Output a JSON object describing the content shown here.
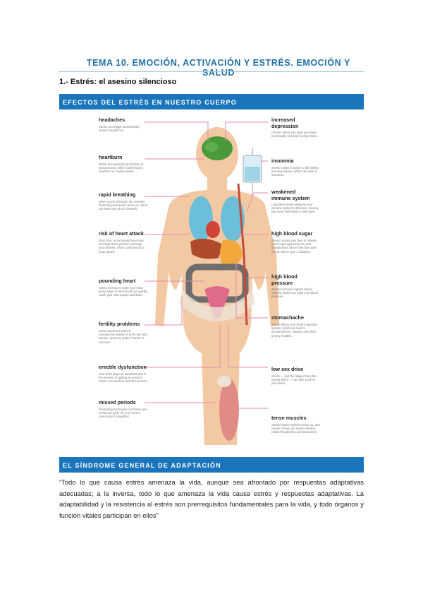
{
  "page": {
    "title": "TEMA 10. EMOCIÓN, ACTIVACIÓN Y ESTRÉS. EMOCIÓN Y SALUD",
    "section_heading": "1.- Estrés: el asesino silencioso"
  },
  "banner_effects": "EFECTOS DEL ESTRÉS EN NUESTRO CUERPO",
  "banner_syndrome": "EL SÍNDROME GENERAL DE ADAPTACIÓN",
  "figure": {
    "left_labels": [
      {
        "title": "headaches",
        "desc": "Stress can trigger and intensify tension headaches."
      },
      {
        "title": "heartburn",
        "desc": "Stress increases the production of stomach acid, which could lead to heartburn or make it worse."
      },
      {
        "title": "rapid breathing",
        "desc": "When you're stressed, the muscles that help you breathe tense up, which can leave you short of breath."
      },
      {
        "title": "risk of heart attack",
        "desc": "Over time, an increased heart rate and high blood pressure damage your arteries, which could lead to a heart attack."
      },
      {
        "title": "pounding heart",
        "desc": "Stress hormones make your heart pump faster so that blood can quickly reach your vital organs and limbs."
      },
      {
        "title": "fertility problems",
        "desc": "Stress interferes with the reproductive system in both men and women, and may make it harder to conceive."
      },
      {
        "title": "erectile dysfunction",
        "desc": "Your brain plays an important part in the process of getting an erection. Stress can interfere with this process."
      },
      {
        "title": "missed periods",
        "desc": "Fluctuating hormones can throw your menstrual cycle off, or in severe cases stop it altogether."
      }
    ],
    "right_labels": [
      {
        "title": "increased depression",
        "desc": "Chronic stress can wear you down emotionally and lead to depression."
      },
      {
        "title": "insomnia",
        "desc": "Stress makes it harder to fall asleep and stay asleep, which can lead to insomnia."
      },
      {
        "title": "weakened immune system",
        "desc": "Long-term stress weakens your immune system's defenses, leaving you more vulnerable to infections."
      },
      {
        "title": "high blood sugar",
        "desc": "Stress causes your liver to release extra sugar (glucose) into your bloodstream, which over time puts you at risk for type 2 diabetes."
      },
      {
        "title": "high blood pressure",
        "desc": "Stress hormones tighten blood vessels, which can raise your blood pressure."
      },
      {
        "title": "stomachache",
        "desc": "Stress affects your body's digestive system, which can lead to stomachaches, nausea, and other tummy troubles."
      },
      {
        "title": "low sex drive",
        "desc": "Stress — and the fatigue that often comes with it — can take a toll on your libido."
      },
      {
        "title": "tense muscles",
        "desc": "Stress makes muscles tense up, and chronic stress can lead to tension-related headaches and backaches."
      }
    ]
  },
  "quote": "“Todo lo que causa estrés amenaza la vida, aunque sea afrontado por respuestas adaptativas adecuadas; a la inversa, todo lo que amenaza la vida causa estrés y respuestas adaptativas. La adaptabilidad y la resistencia al estrés son prerrequisitos fundamentales para la vida, y todo órganos y función vitales participan en ellos”",
  "colors": {
    "accent": "#1b75bb",
    "title_blue": "#1f6fa6",
    "skin": "#f3c9a3",
    "leader_line": "#e58ab0",
    "brain": "#4a9a3a",
    "lungs": "#6bbfd8",
    "liver": "#b04a2c",
    "stomach": "#f2a83b",
    "intestine": "#6d6d6d"
  }
}
